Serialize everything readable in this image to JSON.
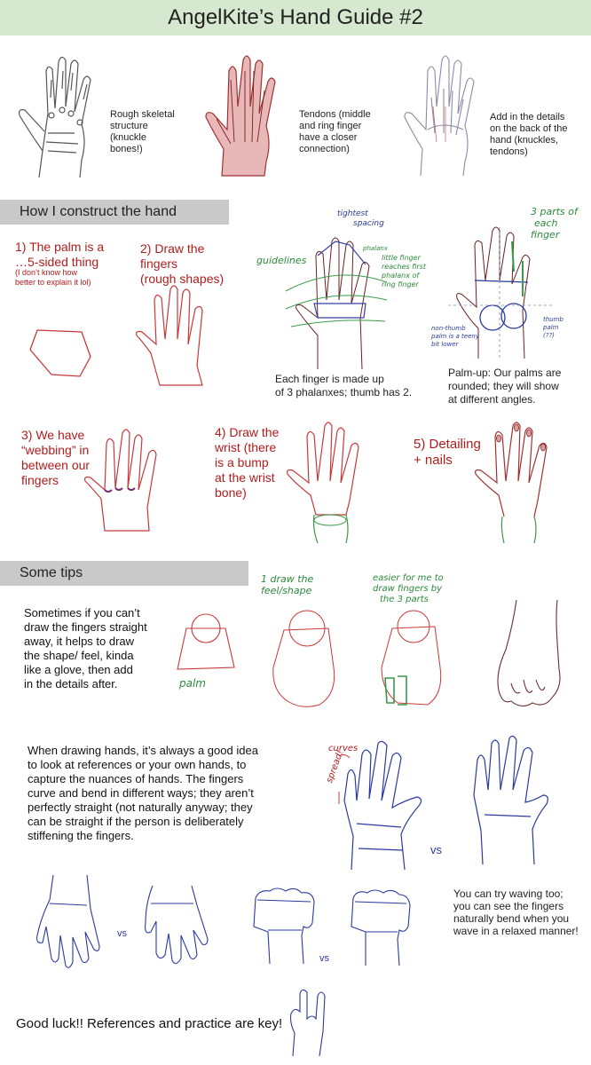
{
  "title": "AngelKite’s Hand Guide #2",
  "top_row": {
    "skeleton_caption": [
      "Rough skeletal",
      "structure",
      "(knuckle",
      "bones!)"
    ],
    "tendons_caption": [
      "Tendons (middle",
      "and ring finger",
      "have a closer",
      "connection)"
    ],
    "details_caption": [
      "Add in the details",
      "on the back of the",
      "hand (knuckles,",
      "tendons)"
    ]
  },
  "section_construct": {
    "label": "How I construct the hand"
  },
  "steps": {
    "step1_title": [
      "1) The palm is a",
      "…5-sided thing"
    ],
    "step1_note": [
      "(I don’t know how",
      "better to explain it lol)"
    ],
    "step2_title": [
      "2) Draw the fingers",
      "(rough shapes)"
    ],
    "step3_title": [
      "3) We have",
      "“webbing” in",
      "between our",
      "fingers"
    ],
    "step4_title": [
      "4) Draw the",
      "wrist (there",
      "is a bump",
      "at the wrist",
      "bone)"
    ],
    "step5_title": [
      "5) Detailing",
      "+ nails"
    ]
  },
  "annotations": {
    "tightest_spacing": [
      "tightest",
      "spacing"
    ],
    "guidelines": "guidelines",
    "phalanx": "phalanx",
    "little_finger": [
      "little finger",
      "reaches first",
      "phalanx of",
      "ring finger"
    ],
    "three_parts": [
      "3 parts of",
      "each",
      "finger"
    ],
    "non_thumb": [
      "non-thumb",
      "palm is a teeny",
      "bit lower"
    ],
    "thumb_palm": [
      "thumb",
      "palm",
      "(??)"
    ],
    "phalanx_caption": [
      "Each finger is made up",
      "of 3 phalanxes; thumb has 2."
    ],
    "palm_up_caption": [
      "Palm-up: Our palms are",
      "rounded; they will show",
      "at different angles."
    ]
  },
  "section_tips": {
    "label": "Some tips"
  },
  "tips": {
    "tip1": [
      "Sometimes if you can’t",
      "draw the fingers straight",
      "away, it helps to draw",
      "the shape/ feel, kinda",
      "like a glove, then add",
      "in the details after."
    ],
    "palm_label": "palm",
    "draw_feel": [
      "1 draw the",
      "feel/shape"
    ],
    "easier": [
      "easier for me to",
      "draw fingers by",
      "the 3 parts"
    ],
    "tip2": [
      "When drawing hands, it’s always a good idea",
      "to look at references or your own hands, to",
      "capture the nuances of hands. The fingers",
      "curve and bend in different ways; they aren’t",
      "perfectly straight (not naturally anyway; they",
      "can be straight if the person is deliberately",
      "stiffening the fingers."
    ],
    "curves": "curves",
    "spread": "spread!",
    "vs1": "vs",
    "vs2": "vs",
    "vs3": "vs",
    "tip3": [
      "You can try waving too;",
      "you can see the fingers",
      "naturally bend when you",
      "wave in a relaxed manner!"
    ],
    "closing": "Good luck!! References and practice are key!"
  },
  "colors": {
    "title_bg": "#d6e8cf",
    "section_bg": "#c9c9c9",
    "red_sketch": "#c8383a",
    "green_sketch": "#3a9a4a",
    "blue_sketch": "#2a3aa0"
  }
}
